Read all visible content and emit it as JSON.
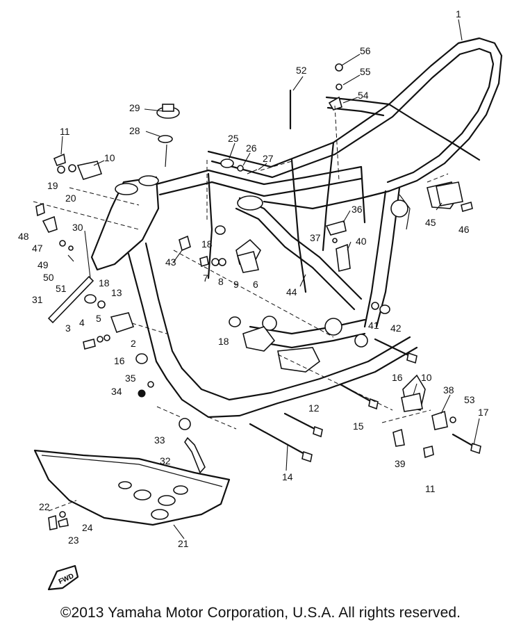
{
  "copyright": "©2013 Yamaha Motor Corporation, U.S.A. All rights reserved.",
  "fwd_label": "FWD",
  "callouts": [
    {
      "id": "1",
      "label": "1"
    },
    {
      "id": "29a",
      "label": "29"
    },
    {
      "id": "28",
      "label": "28"
    },
    {
      "id": "11a",
      "label": "11"
    },
    {
      "id": "10a",
      "label": "10"
    },
    {
      "id": "19",
      "label": "19"
    },
    {
      "id": "20",
      "label": "20"
    },
    {
      "id": "48",
      "label": "48"
    },
    {
      "id": "47",
      "label": "47"
    },
    {
      "id": "30",
      "label": "30"
    },
    {
      "id": "49",
      "label": "49"
    },
    {
      "id": "50",
      "label": "50"
    },
    {
      "id": "51",
      "label": "51"
    },
    {
      "id": "31",
      "label": "31"
    },
    {
      "id": "18a",
      "label": "18"
    },
    {
      "id": "13",
      "label": "13"
    },
    {
      "id": "3",
      "label": "3"
    },
    {
      "id": "4",
      "label": "4"
    },
    {
      "id": "5",
      "label": "5"
    },
    {
      "id": "2",
      "label": "2"
    },
    {
      "id": "16a",
      "label": "16"
    },
    {
      "id": "35",
      "label": "35"
    },
    {
      "id": "34",
      "label": "34"
    },
    {
      "id": "33",
      "label": "33"
    },
    {
      "id": "32",
      "label": "32"
    },
    {
      "id": "22",
      "label": "22"
    },
    {
      "id": "24",
      "label": "24"
    },
    {
      "id": "23",
      "label": "23"
    },
    {
      "id": "21",
      "label": "21"
    },
    {
      "id": "25",
      "label": "25"
    },
    {
      "id": "26",
      "label": "26"
    },
    {
      "id": "27",
      "label": "27"
    },
    {
      "id": "52",
      "label": "52"
    },
    {
      "id": "56",
      "label": "56"
    },
    {
      "id": "55",
      "label": "55"
    },
    {
      "id": "54",
      "label": "54"
    },
    {
      "id": "36",
      "label": "36"
    },
    {
      "id": "37",
      "label": "37"
    },
    {
      "id": "40",
      "label": "40"
    },
    {
      "id": "18b",
      "label": "18"
    },
    {
      "id": "43",
      "label": "43"
    },
    {
      "id": "7",
      "label": "7"
    },
    {
      "id": "8",
      "label": "8"
    },
    {
      "id": "9",
      "label": "9"
    },
    {
      "id": "6",
      "label": "6"
    },
    {
      "id": "44",
      "label": "44"
    },
    {
      "id": "45",
      "label": "45"
    },
    {
      "id": "46",
      "label": "46"
    },
    {
      "id": "41",
      "label": "41"
    },
    {
      "id": "42",
      "label": "42"
    },
    {
      "id": "18c",
      "label": "18"
    },
    {
      "id": "16b",
      "label": "16"
    },
    {
      "id": "12",
      "label": "12"
    },
    {
      "id": "15",
      "label": "15"
    },
    {
      "id": "14",
      "label": "14"
    },
    {
      "id": "10b",
      "label": "10"
    },
    {
      "id": "38",
      "label": "38"
    },
    {
      "id": "53",
      "label": "53"
    },
    {
      "id": "17",
      "label": "17"
    },
    {
      "id": "39",
      "label": "39"
    },
    {
      "id": "11b",
      "label": "11"
    }
  ]
}
